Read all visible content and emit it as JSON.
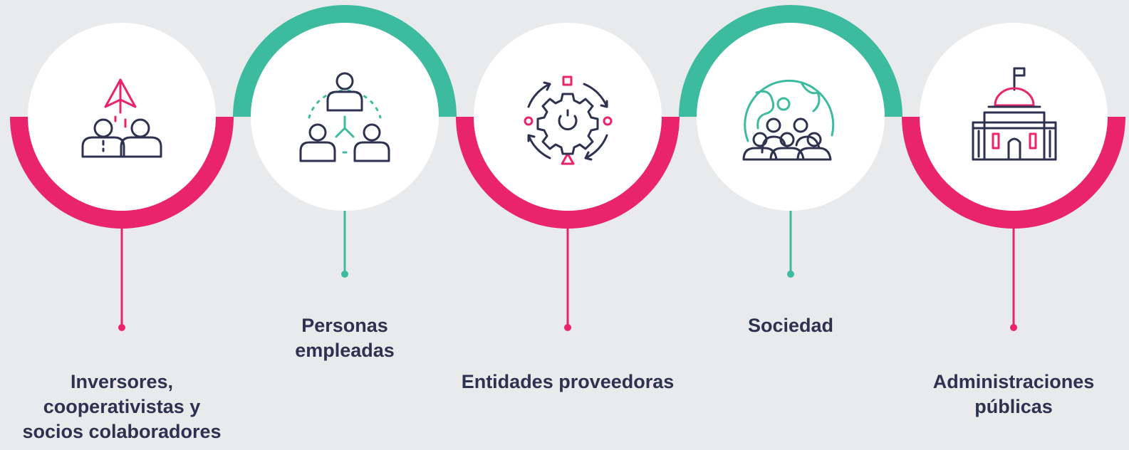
{
  "colors": {
    "pink": "#e9246b",
    "teal": "#3dbb9e",
    "navy": "#2e3150",
    "circle": "#ffffff",
    "background": "#e9eaeb"
  },
  "stakeholders": [
    {
      "lines": [
        "Inversores,",
        "cooperativistas y",
        "socios colaboradores"
      ],
      "icon": "investors-icon",
      "accent": "pink"
    },
    {
      "lines": [
        "Personas",
        "empleadas"
      ],
      "icon": "employees-icon",
      "accent": "teal"
    },
    {
      "lines": [
        "Entidades proveedoras"
      ],
      "icon": "suppliers-gear-icon",
      "accent": "pink"
    },
    {
      "lines": [
        "Sociedad"
      ],
      "icon": "society-globe-icon",
      "accent": "teal"
    },
    {
      "lines": [
        "Administraciones",
        "públicas"
      ],
      "icon": "public-administration-icon",
      "accent": "pink"
    }
  ]
}
